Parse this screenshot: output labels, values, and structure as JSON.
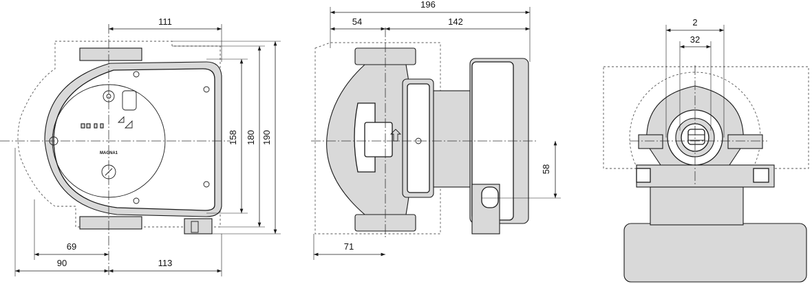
{
  "diagram": {
    "logo": "MAGNA1",
    "dimensions": {
      "front_width_right": "111",
      "front_height_inner": "158",
      "front_height_mid": "180",
      "front_height_outer": "190",
      "front_left_inner": "69",
      "front_left_outer": "90",
      "front_right_bottom": "113",
      "side_total": "196",
      "side_left": "54",
      "side_right": "142",
      "side_axis_height": "58",
      "side_bottom_left": "71",
      "end_outer": "2",
      "end_inner": "32"
    }
  }
}
